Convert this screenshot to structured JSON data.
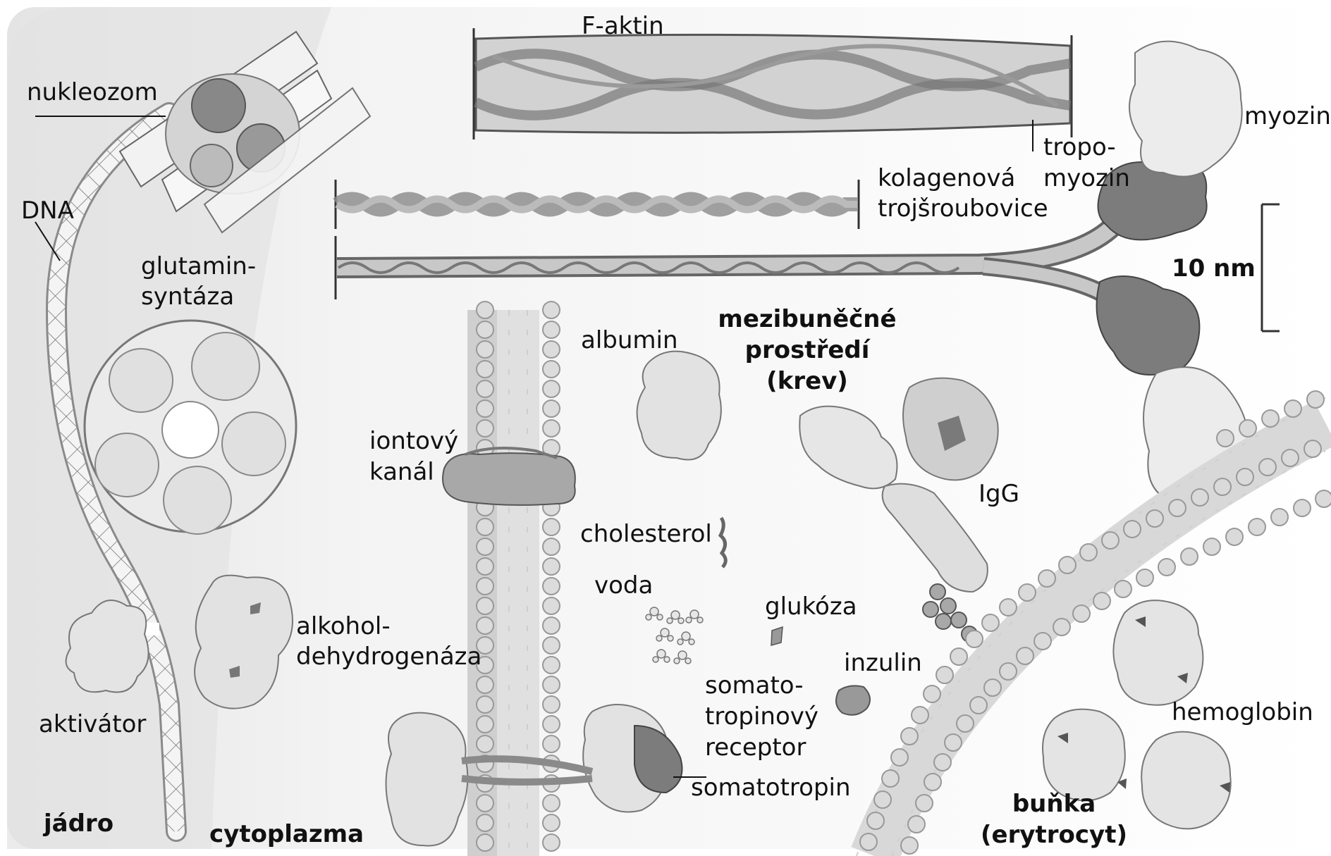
{
  "labels": {
    "nukleozom": "nukleozom",
    "dna": "DNA",
    "glutamin1": "glutamin-",
    "glutamin2": "syntáza",
    "aktivator": "aktivátor",
    "alkohol1": "alkohol-",
    "alkohol2": "dehydrogenáza",
    "jadro": "jádro",
    "cytoplazma": "cytoplazma",
    "faktin": "F-aktin",
    "kolagen1": "kolagenová",
    "kolagen2": "trojšroubovice",
    "tropo1": "tropo-",
    "tropo2": "myozin",
    "myozin": "myozin",
    "scale": "10 nm",
    "albumin": "albumin",
    "mezi1": "mezibuněčné",
    "mezi2": "prostředí",
    "mezi3": "(krev)",
    "iont1": "iontový",
    "iont2": "kanál",
    "cholesterol": "cholesterol",
    "voda": "voda",
    "glukoza": "glukóza",
    "igg": "IgG",
    "inzulin": "inzulin",
    "somato1": "somato-",
    "somato2": "tropinový",
    "somato3": "receptor",
    "somatotropin": "somatotropin",
    "hemoglobin": "hemoglobin",
    "bunka1": "buňka",
    "bunka2": "(erytrocyt)"
  },
  "colors": {
    "ink": "#111111",
    "protein_light": "#e6e6e6",
    "protein_mid": "#c8c8c8",
    "protein_dark": "#8a8a8a",
    "lipid_head": "#d9d9d9"
  }
}
